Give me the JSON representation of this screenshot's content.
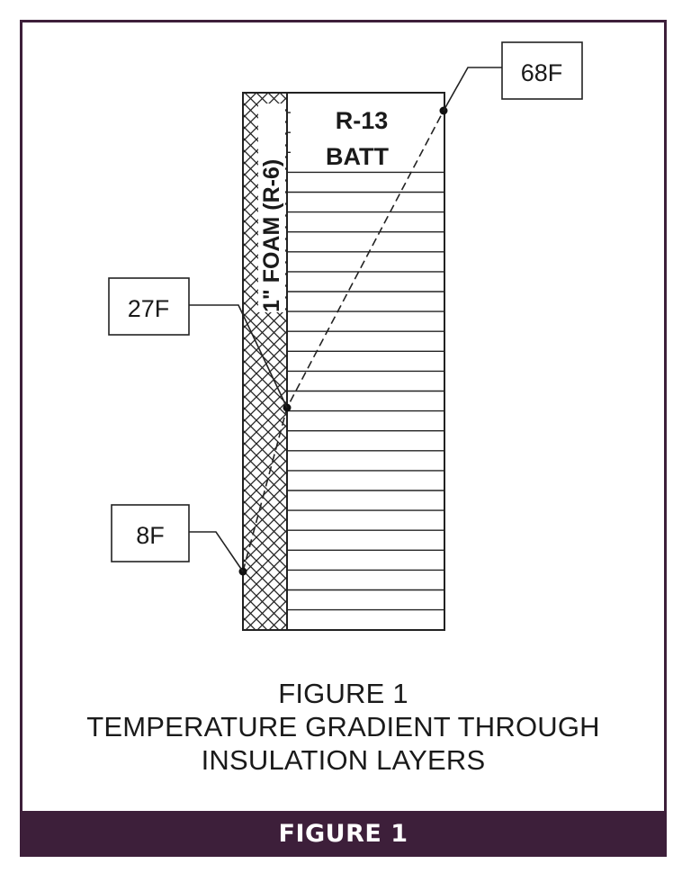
{
  "diagram": {
    "foam_label": "1\" FOAM (R-6)",
    "batt_label_line1": "R-13",
    "batt_label_line2": "BATT",
    "temp_outer": "8F",
    "temp_interface": "27F",
    "temp_inner": "68F"
  },
  "caption": {
    "line1": "FIGURE 1",
    "line2": "TEMPERATURE GRADIENT THROUGH",
    "line3": "INSULATION LAYERS"
  },
  "footer": {
    "label": "FIGURE 1"
  },
  "colors": {
    "frame": "#3d1f3a",
    "ink": "#1a1a1a"
  }
}
